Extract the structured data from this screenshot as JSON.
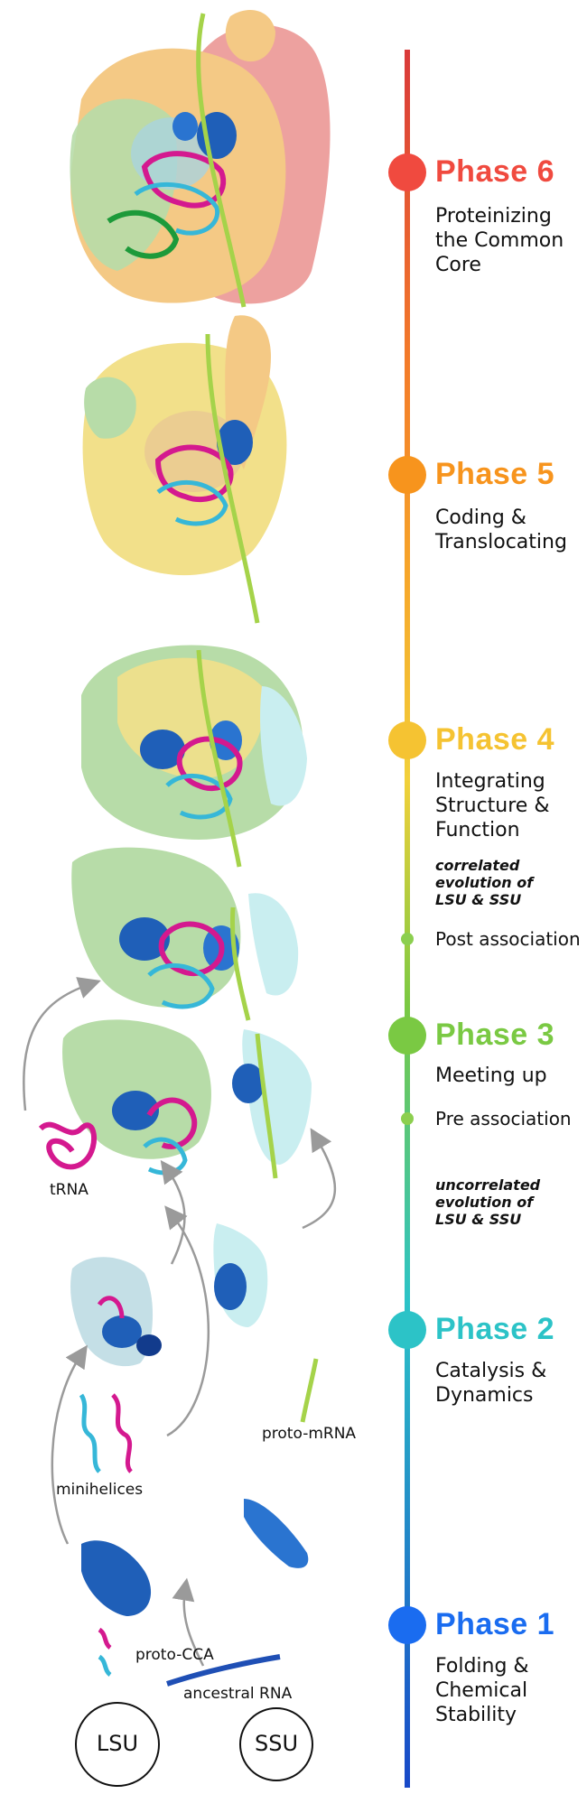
{
  "phases": [
    {
      "title": "Phase 6",
      "description": "Proteinizing\nthe Common\nCore",
      "color": "#f04a3f"
    },
    {
      "title": "Phase 5",
      "description": "Coding &\nTranslocating",
      "color": "#f7941d"
    },
    {
      "title": "Phase 4",
      "description": "Integrating\nStructure &\nFunction",
      "color": "#f5c332"
    },
    {
      "title": "Phase 3",
      "description": "Meeting up",
      "color": "#7ac943"
    },
    {
      "title": "Phase 2",
      "description": "Catalysis &\nDynamics",
      "color": "#2cc3c7"
    },
    {
      "title": "Phase 1",
      "description": "Folding &\nChemical\nStability",
      "color": "#1a6cf0"
    }
  ],
  "notes": {
    "correlated": "correlated\nevolution of\nLSU & SSU",
    "uncorrelated": "uncorrelated\nevolution of\nLSU & SSU",
    "post_association": "Post association",
    "pre_association": "Pre association"
  },
  "labels": {
    "trna": "tRNA",
    "minihelices": "minihelices",
    "proto_mrna": "proto-mRNA",
    "proto_cca": "proto-CCA",
    "ancestral_rna": "ancestral RNA"
  },
  "subunits": {
    "lsu": "LSU",
    "ssu": "SSU"
  }
}
